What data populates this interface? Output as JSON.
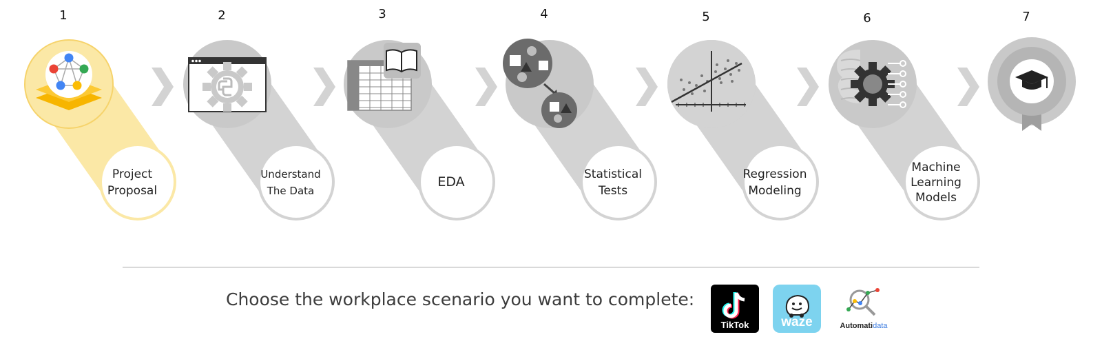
{
  "steps": [
    {
      "number": "1",
      "label_lines": [
        "Project",
        "Proposal"
      ],
      "icon": "network-layers-icon",
      "active": true
    },
    {
      "number": "2",
      "label_lines": [
        "Understand",
        "The Data"
      ],
      "icon": "python-gear-window-icon",
      "active": false
    },
    {
      "number": "3",
      "label_lines": [
        "EDA"
      ],
      "icon": "spreadsheet-book-icon",
      "active": false
    },
    {
      "number": "4",
      "label_lines": [
        "Statistical",
        "Tests"
      ],
      "icon": "shapes-sample-icon",
      "active": false
    },
    {
      "number": "5",
      "label_lines": [
        "Regression",
        "Modeling"
      ],
      "icon": "scatter-regression-icon",
      "active": false
    },
    {
      "number": "6",
      "label_lines": [
        "Machine",
        "Learning",
        "Models"
      ],
      "icon": "brain-gear-icon",
      "active": false
    },
    {
      "number": "7",
      "label_lines": [],
      "icon": "graduation-badge-icon",
      "active": false
    }
  ],
  "scenario": {
    "prompt": "Choose the workplace scenario you want to complete:",
    "options": [
      {
        "name": "TikTok",
        "icon": "tiktok-logo-icon"
      },
      {
        "name": "waze",
        "icon": "waze-logo-icon"
      },
      {
        "name_dark": "Automati",
        "name_blue": "data",
        "icon": "automatidata-logo-icon"
      }
    ]
  },
  "colors": {
    "active_fill": "#fbe8a6",
    "active_ring": "#f6d36b",
    "inactive_fill": "#d3d3d3",
    "circle_fill": "#c9c9c9",
    "accent_yellow": "#f7b500",
    "google_red": "#ea4335",
    "google_blue": "#4285f4",
    "google_green": "#34a853",
    "google_yellow": "#fbbc04"
  }
}
